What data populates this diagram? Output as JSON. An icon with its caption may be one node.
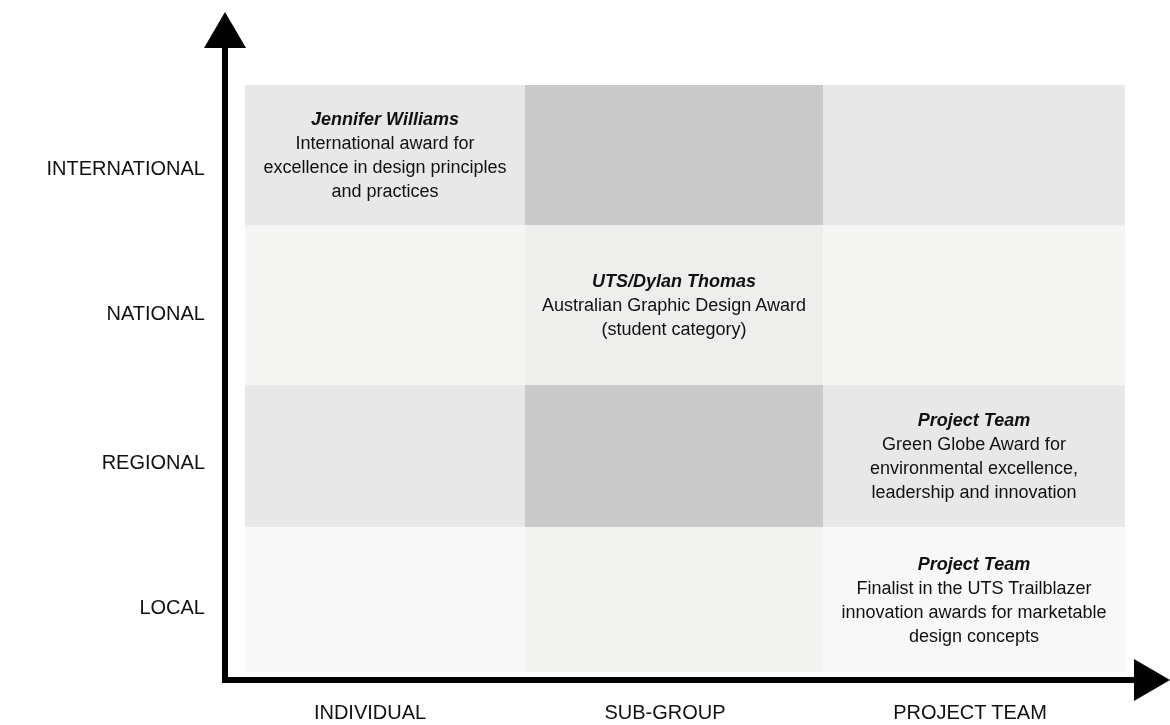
{
  "diagram": {
    "nodes": [
      {
        "text": [
          "Jennifer Williams",
          "International award for excellence in design principles and practices"
        ]
      },
      {
        "text": [],
        "shape": "box"
      },
      {
        "text": [],
        "shape": "box"
      },
      {
        "text": [],
        "shape": "box"
      },
      {
        "text": [
          "UTS/Dylan Thomas",
          "Australian Graphic Design Award (student category)"
        ]
      },
      {
        "text": [],
        "shape": "box"
      },
      {
        "text": [],
        "shape": "box"
      },
      {
        "text": [],
        "shape": "box"
      },
      {
        "text": [
          "Project Team",
          "Green Globe Award for environmental excellence, leadership and innovation"
        ]
      },
      {
        "text": [],
        "shape": "box"
      },
      {
        "text": [],
        "shape": "box"
      },
      {
        "text": [
          "Project Team",
          "Finalist in the UTS Trailblazer innovation awards for marketable design concepts"
        ]
      }
    ],
    "labels": [
      "INTERNATIONAL",
      "NATIONAL",
      "REGIONAL",
      "LOCAL",
      "INDIVIDUAL",
      "SUB-GROUP",
      "PROJECT TEAM"
    ]
  }
}
